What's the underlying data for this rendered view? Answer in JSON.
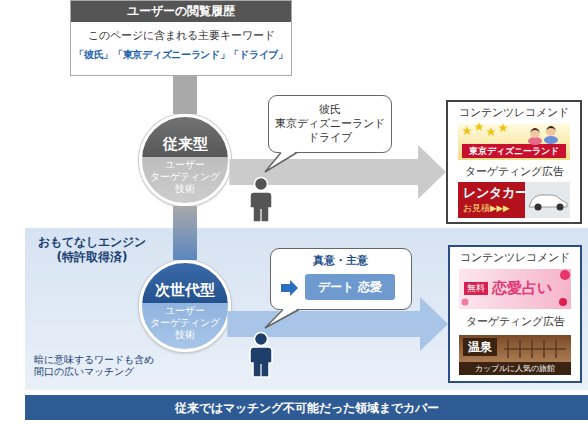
{
  "diagram": {
    "nodes": [
      {
        "text": [
          "ユーザーの閲覧履歴",
          "このページに含まれる主要キーワード",
          "「彼氏」「東京ディズニーランド」「ドライブ」"
        ]
      },
      {
        "text": [
          "従来型",
          "ユーザー ターゲティング 技術"
        ]
      },
      {
        "text": [
          "彼氏 東京ディズニーランド ドライブ"
        ]
      },
      {
        "text": [
          "コンテンツレコメンド",
          "ターゲティング広告"
        ]
      },
      {
        "text": [
          "東京ディズニーランド"
        ],
        "in": 3
      },
      {
        "text": [
          "レンタカー",
          "お見積▶▶▶"
        ],
        "in": 3
      },
      {
        "text": [
          "おもてなしエンジン (特許取得済)",
          "暗に意味するワードも含め 間口の広いマッチング"
        ]
      },
      {
        "text": [
          "次世代型",
          "ユーザー ターゲティング 技術"
        ],
        "in": 6
      },
      {
        "text": [
          "真意・主意"
        ],
        "in": 6
      },
      {
        "text": [
          "デート 恋愛"
        ],
        "in": 8
      },
      {
        "text": [
          "コンテンツレコメンド",
          "ターゲティング広告"
        ],
        "in": 6
      },
      {
        "text": [
          "無料",
          "恋愛占い"
        ],
        "in": 10
      },
      {
        "text": [
          "温泉",
          "カップルに人気の旅館"
        ],
        "in": 10
      },
      {
        "text": [
          "従来ではマッチング不可能だった領域までカバー"
        ]
      }
    ],
    "edges": [
      {
        "from": 0,
        "to": 1,
        "arrow": "none"
      },
      {
        "from": 1,
        "to": 3,
        "arrow": "to"
      },
      {
        "from": 1,
        "to": 7,
        "arrow": "none"
      },
      {
        "from": 7,
        "to": 10,
        "arrow": "to"
      }
    ]
  }
}
